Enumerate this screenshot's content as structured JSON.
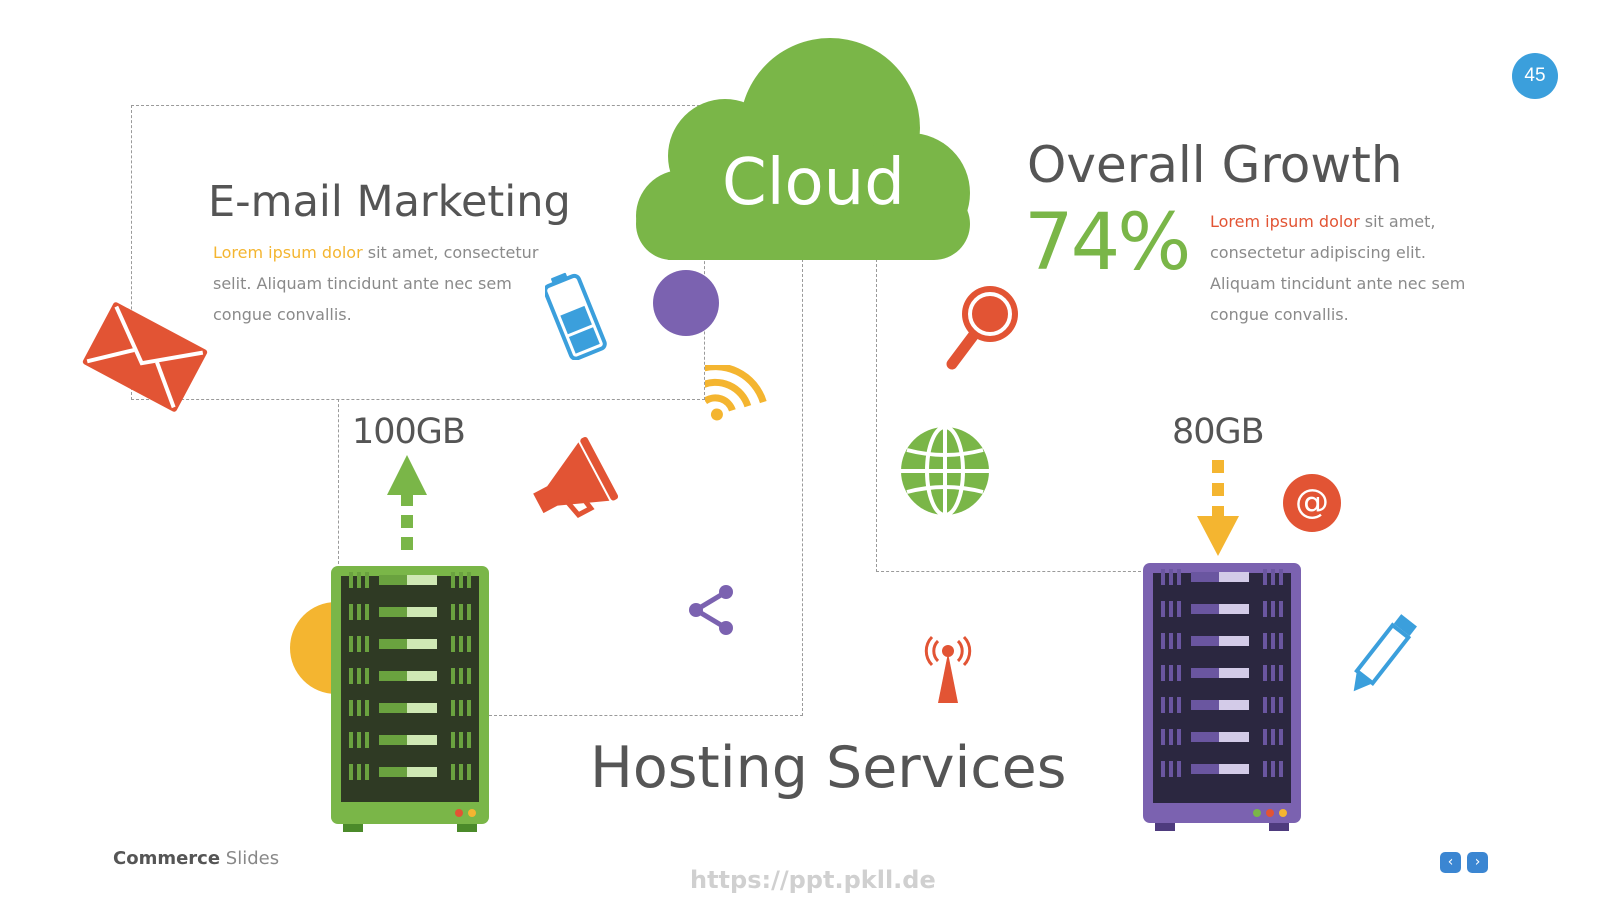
{
  "page_number": "45",
  "cloud": {
    "label": "Cloud"
  },
  "email_section": {
    "title": "E-mail Marketing",
    "highlight": "Lorem ipsum dolor",
    "text_rest": " sit amet, consectetur selit. Aliquam tincidunt ante nec sem congue convallis."
  },
  "growth_section": {
    "title": "Overall Growth",
    "percent": "74%",
    "highlight": "Lorem ipsum dolor",
    "text_rest": " sit amet, consectetur adipiscing elit. Aliquam tincidunt ante nec sem congue convallis."
  },
  "server_left": {
    "capacity": "100GB"
  },
  "server_right": {
    "capacity": "80GB"
  },
  "main_title": "Hosting Services",
  "footer": {
    "brand_bold": "Commerce",
    "brand_light": " Slides"
  },
  "watermark": "https://ppt.pkll.de",
  "nav": {
    "prev": "‹",
    "next": "›"
  },
  "colors": {
    "green": "#7ab648",
    "orange": "#f4b530",
    "red": "#e25434",
    "purple": "#7b62b0",
    "blue": "#3b9fdc",
    "text_gray": "#555555"
  },
  "icons": [
    "envelope-icon",
    "battery-icon",
    "wifi-icon",
    "megaphone-icon",
    "share-icon",
    "magnifier-icon",
    "globe-icon",
    "at-sign-icon",
    "antenna-icon",
    "pencil-icon",
    "arrow-up-icon",
    "arrow-down-icon"
  ]
}
